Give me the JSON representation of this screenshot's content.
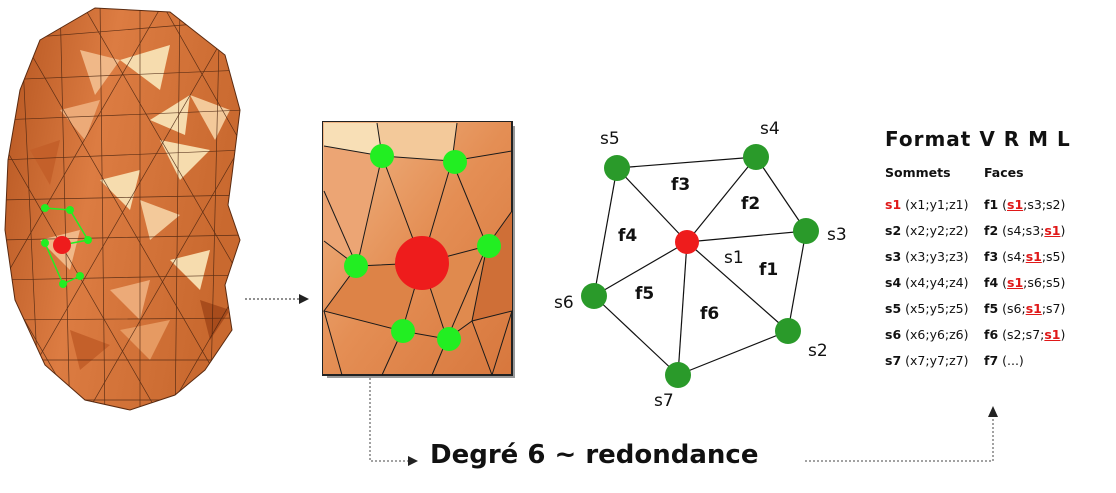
{
  "graph": {
    "vertex_labels": [
      "s1",
      "s2",
      "s3",
      "s4",
      "s5",
      "s6",
      "s7"
    ],
    "face_labels": [
      "f1",
      "f2",
      "f3",
      "f4",
      "f5",
      "f6"
    ]
  },
  "vrml": {
    "title": "Format  V R M L",
    "col_vertices": "Sommets",
    "col_faces": "Faces",
    "rows": [
      {
        "v": "s1",
        "coords": "(x1;y1;z1)",
        "f": "f1",
        "p1": "(",
        "p2": "s1",
        "p3": ";s3;s2)",
        "p4": "",
        "p5": ""
      },
      {
        "v": "s2",
        "coords": "(x2;y2;z2)",
        "f": "f2",
        "p1": "(s4;s3;",
        "p2": "s1",
        "p3": ")",
        "p4": "",
        "p5": ""
      },
      {
        "v": "s3",
        "coords": "(x3;y3;z3)",
        "f": "f3",
        "p1": "(s4;",
        "p2": "s1",
        "p3": ";s5)",
        "p4": "",
        "p5": ""
      },
      {
        "v": "s4",
        "coords": "(x4;y4;z4)",
        "f": "f4",
        "p1": "(",
        "p2": "s1",
        "p3": ";s6;s5)",
        "p4": "",
        "p5": ""
      },
      {
        "v": "s5",
        "coords": "(x5;y5;z5)",
        "f": "f5",
        "p1": "(s6;",
        "p2": "s1",
        "p3": ";s7)",
        "p4": "",
        "p5": ""
      },
      {
        "v": "s6",
        "coords": "(x6;y6;z6)",
        "f": "f6",
        "p1": "(s2;s7;",
        "p2": "s1",
        "p3": ")",
        "p4": "",
        "p5": ""
      },
      {
        "v": "s7",
        "coords": "(x7;y7;z7)",
        "f": "f7",
        "p1": "(...)",
        "p2": "",
        "p3": "",
        "p4": "",
        "p5": ""
      }
    ]
  },
  "bottom_label": "Degré 6 ~ redondance",
  "colors": {
    "vertex_green": "#2a9a2a",
    "center_red": "#ee1c1c",
    "highlight_green": "#22ee22",
    "mesh_orange": "#d9783f",
    "mesh_light": "#f6dcae"
  }
}
